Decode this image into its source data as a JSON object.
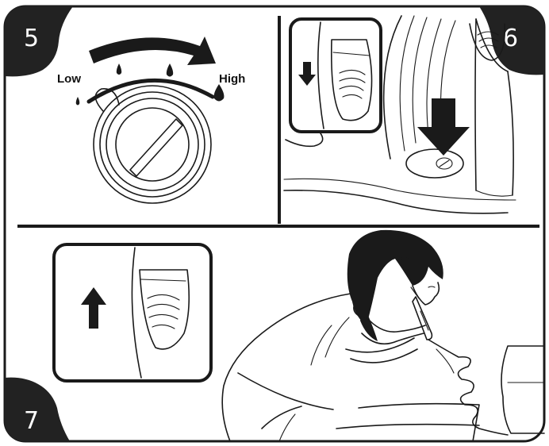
{
  "steps": {
    "step5": "5",
    "step6": "6",
    "step7": "7"
  },
  "dial": {
    "low_label": "Low",
    "high_label": "High"
  },
  "colors": {
    "ink": "#1a1a1a",
    "background": "#ffffff",
    "badge": "#222222"
  }
}
